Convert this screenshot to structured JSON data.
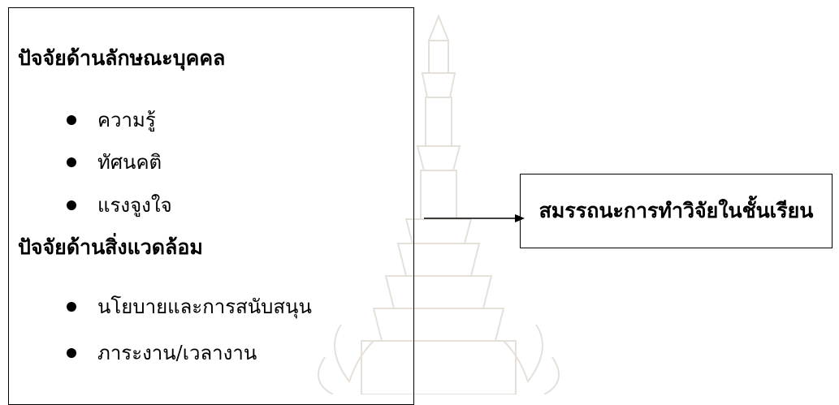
{
  "factor_groups": {
    "personal": {
      "heading": "ปัจจัยด้านลักษณะบุคคล",
      "items": [
        "ความรู้",
        "ทัศนคติ",
        "แรงจูงใจ"
      ]
    },
    "environment": {
      "heading": "ปัจจัยด้านสิ่งแวดล้อม",
      "items": [
        "นโยบายและการสนับสนุน",
        "ภาระงาน/เวลางาน"
      ]
    }
  },
  "outcome": {
    "label": "สมรรถนะการทำวิจัยในชั้นเรียน"
  },
  "colors": {
    "line": "#000000",
    "watermark": "#e8e2dc"
  },
  "icons": {
    "arrow": "arrow-right-icon",
    "bullet": "bullet-dot-icon",
    "watermark": "university-emblem-watermark"
  }
}
